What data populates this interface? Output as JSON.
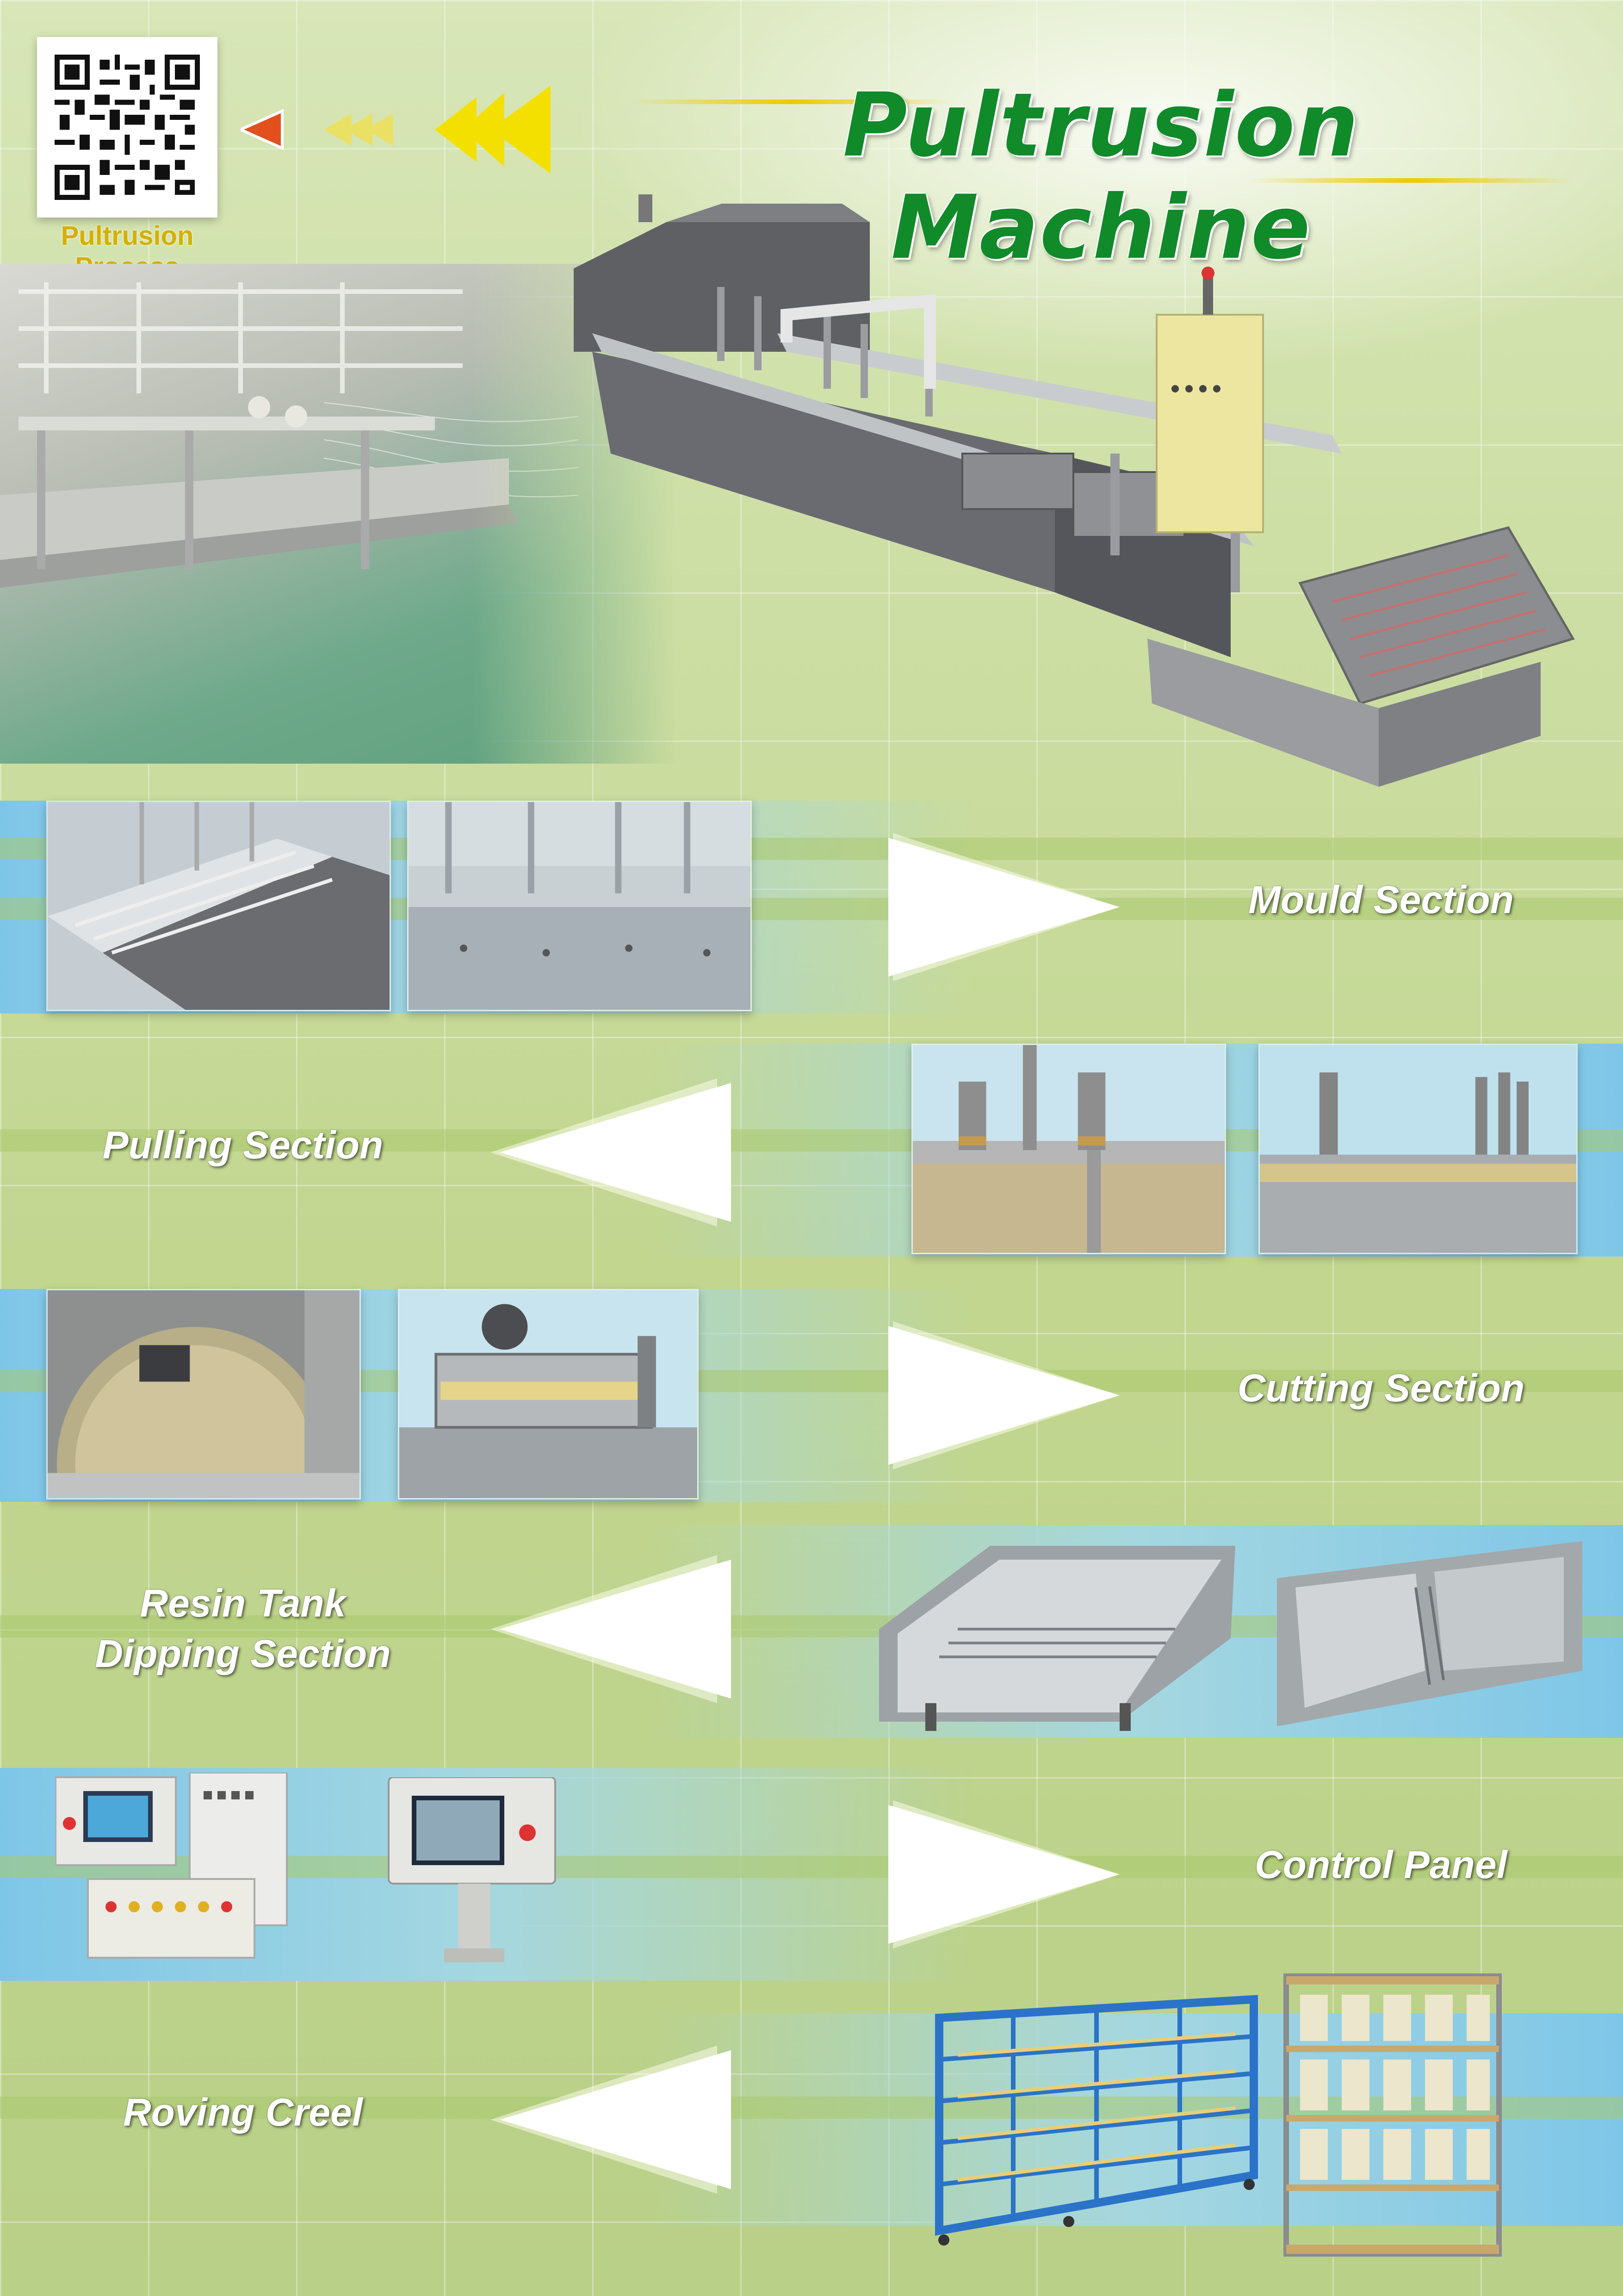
{
  "title": "Pultrusion Machine",
  "qr": {
    "caption": "Pultrusion Process"
  },
  "sections": [
    {
      "label": "Mould Section"
    },
    {
      "label": "Pulling Section"
    },
    {
      "label": "Cutting Section"
    },
    {
      "label_line1": "Resin Tank",
      "label_line2": "Dipping Section"
    },
    {
      "label": "Control Panel"
    },
    {
      "label": "Roving Creel"
    }
  ],
  "icons": {
    "qr": "qr-code-icon",
    "arrow_small": "triangle-left-icon",
    "arrow_chevrons": "chevron-left-icon",
    "arrow_right": "triangle-right-icon",
    "arrow_left": "triangle-left-icon"
  },
  "colors": {
    "title_green": "#118a2a",
    "caption_yellow": "#d4b000",
    "band_blue": "#7ec6e8",
    "background_green": "#c2d690",
    "small_arrow_red": "#e2501e",
    "chevron_yellow": "#f0e050"
  }
}
